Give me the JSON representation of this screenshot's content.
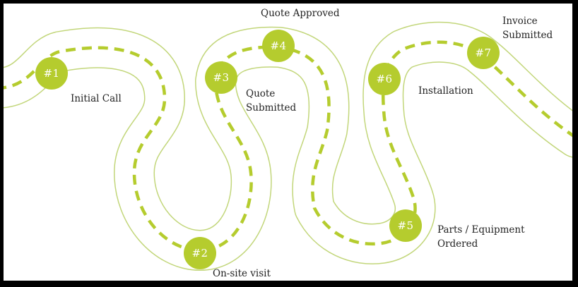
{
  "colors": {
    "accent": "#b5cc2e",
    "road_edge": "#c2d67a",
    "frame": "#000000",
    "text": "#222222"
  },
  "stages": [
    {
      "badge": "#1",
      "label": [
        "Initial Call"
      ]
    },
    {
      "badge": "#2",
      "label": [
        "On-site visit"
      ]
    },
    {
      "badge": "#3",
      "label": [
        "Quote",
        "Submitted"
      ]
    },
    {
      "badge": "#4",
      "label": [
        "Quote Approved"
      ]
    },
    {
      "badge": "#5",
      "label": [
        "Parts / Equipment",
        "Ordered"
      ]
    },
    {
      "badge": "#6",
      "label": [
        "Installation"
      ]
    },
    {
      "badge": "#7",
      "label": [
        "Invoice",
        "Submitted"
      ]
    }
  ]
}
